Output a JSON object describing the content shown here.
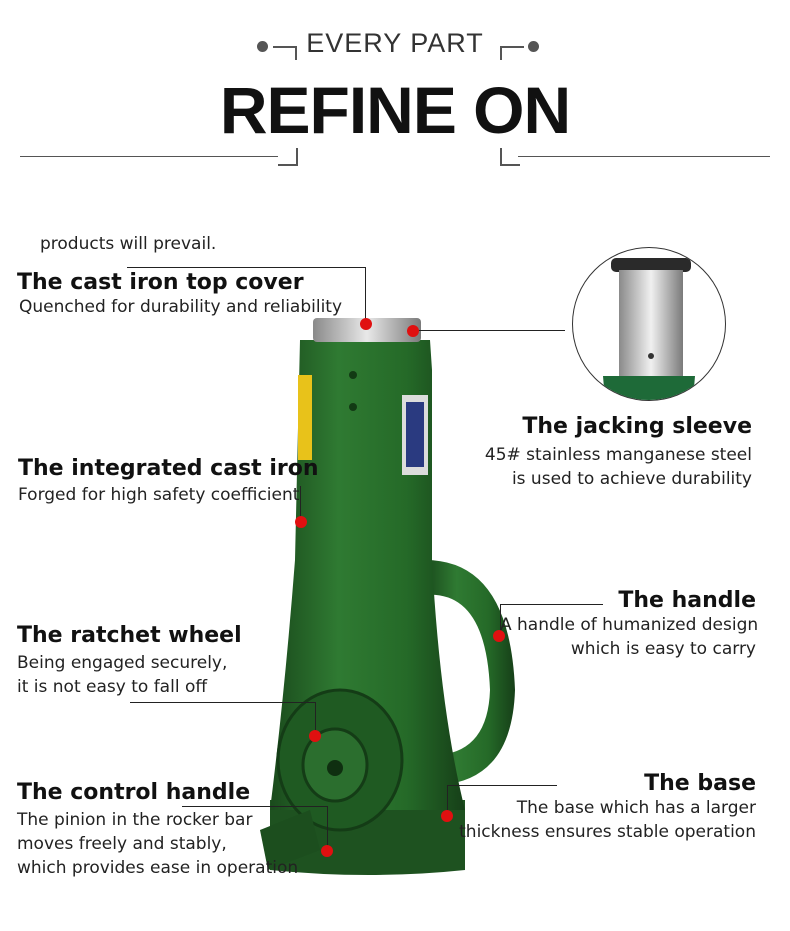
{
  "header": {
    "kicker": "EVERY PART",
    "headline": "REFINE ON"
  },
  "intro_fragment": "products will prevail.",
  "callouts": [
    {
      "id": "top-cover",
      "title": "The cast iron top cover",
      "desc": [
        "Quenched for durability and reliability"
      ]
    },
    {
      "id": "jacking-sleeve",
      "title": "The jacking sleeve",
      "desc": [
        "45# stainless manganese steel",
        "is used to achieve durability"
      ]
    },
    {
      "id": "integrated-cast-iron",
      "title": "The integrated cast iron",
      "desc": [
        "Forged for high safety coefficient"
      ]
    },
    {
      "id": "handle",
      "title": "The handle",
      "desc": [
        "A handle of humanized design",
        "which is easy to carry"
      ]
    },
    {
      "id": "ratchet-wheel",
      "title": "The ratchet wheel",
      "desc": [
        "Being engaged securely,",
        "it is not easy to fall off"
      ]
    },
    {
      "id": "base",
      "title": "The base",
      "desc": [
        "The base which has a larger",
        "thickness ensures stable operation"
      ]
    },
    {
      "id": "control-handle",
      "title": "The control handle",
      "desc": [
        "The pinion in the rocker bar",
        "moves freely and stably,",
        "which provides ease in operation"
      ]
    }
  ],
  "colors": {
    "jack_body": "#2a6b2c",
    "jack_dark": "#1a4a1c",
    "marker": "#e01010",
    "steel": "#b8b8b8"
  }
}
